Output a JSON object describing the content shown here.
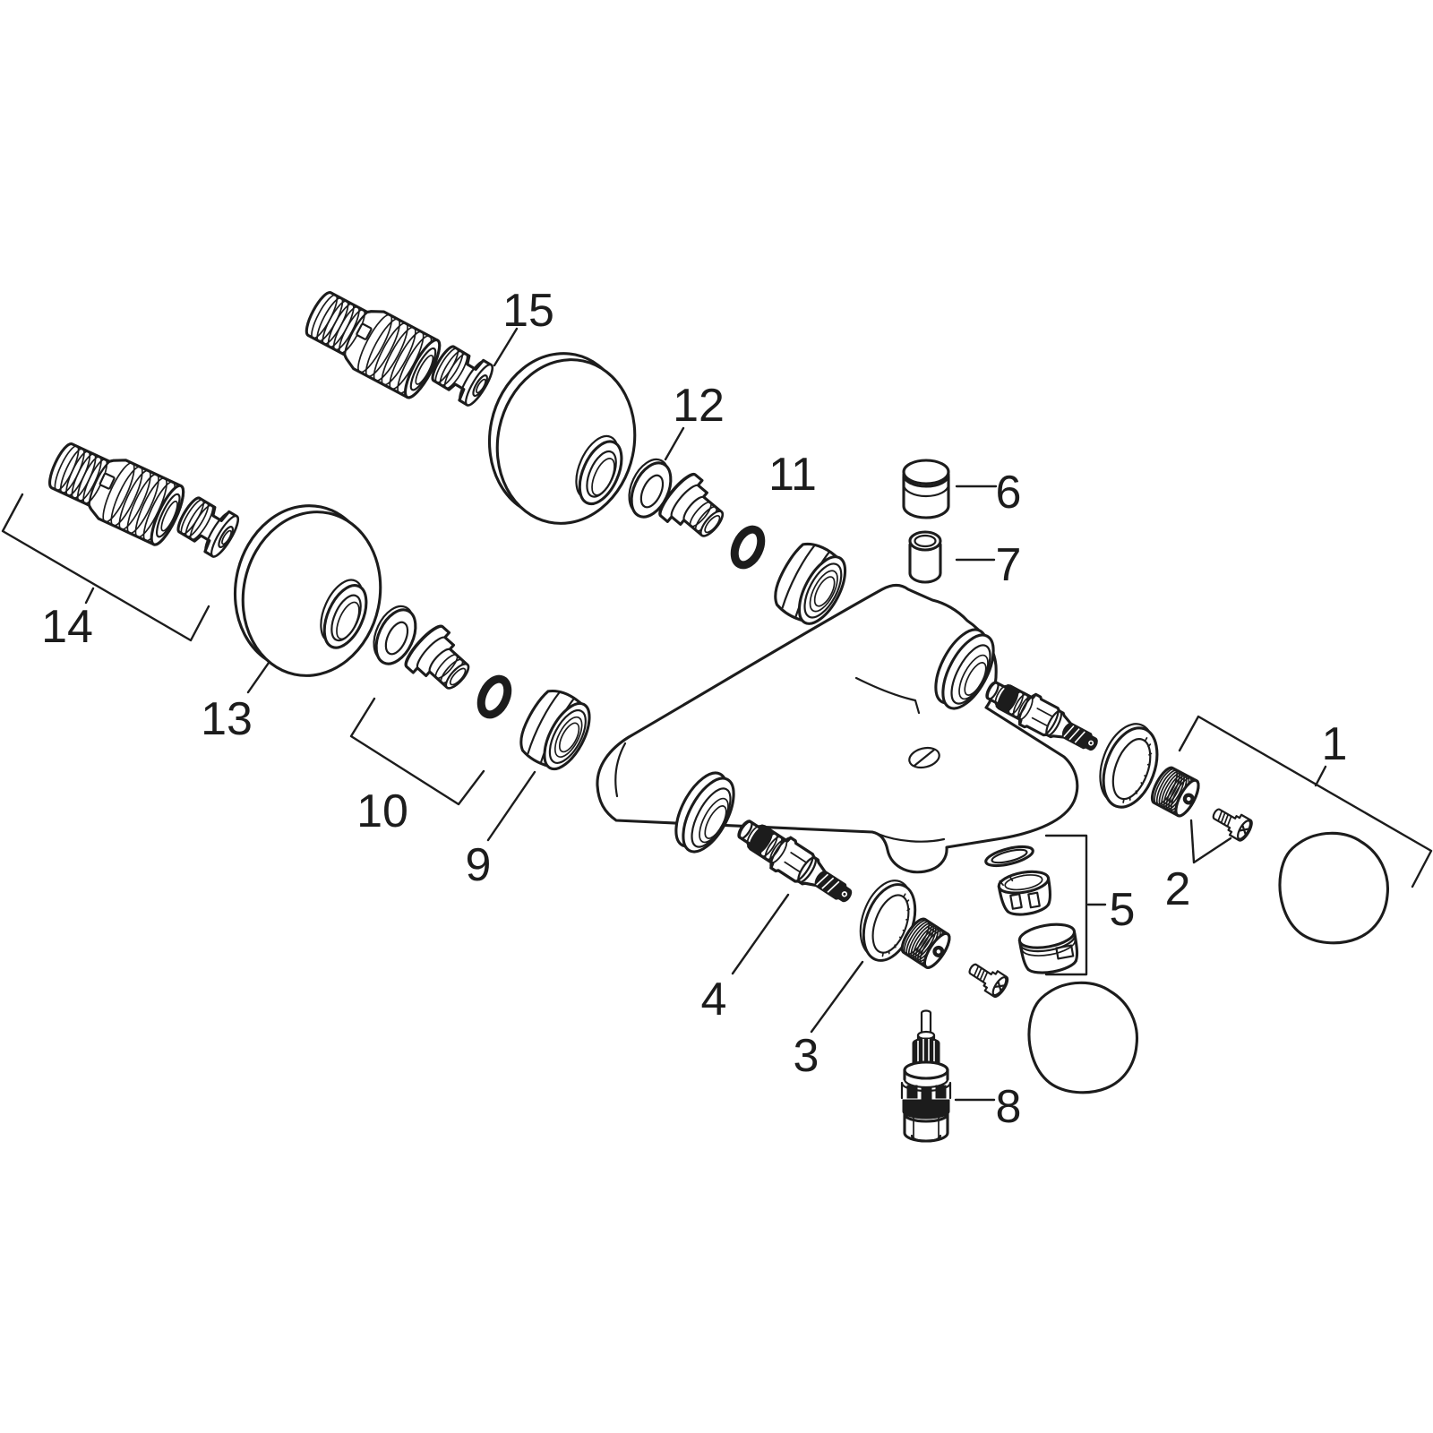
{
  "diagram": {
    "type": "exploded-parts-diagram",
    "subject": "wall-mounted two-handle bath mixer faucet spare parts",
    "background_color": "#ffffff",
    "line_color": "#1c1c1c",
    "labels": [
      {
        "text": "1"
      },
      {
        "text": "2"
      },
      {
        "text": "3"
      },
      {
        "text": "4"
      },
      {
        "text": "5"
      },
      {
        "text": "6"
      },
      {
        "text": "7"
      },
      {
        "text": "8"
      },
      {
        "text": "9"
      },
      {
        "text": "10"
      },
      {
        "text": "11"
      },
      {
        "text": "12"
      },
      {
        "text": "13"
      },
      {
        "text": "14"
      },
      {
        "text": "15"
      }
    ]
  }
}
